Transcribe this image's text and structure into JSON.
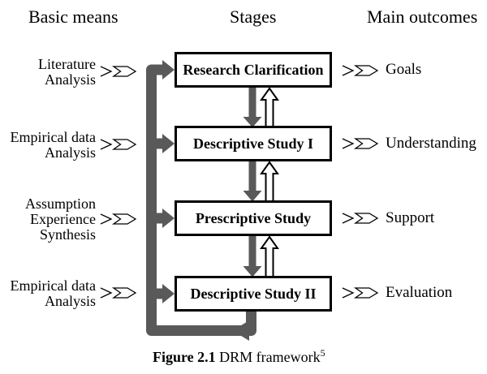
{
  "title_row": {
    "basic_means": "Basic means",
    "stages": "Stages",
    "main_outcomes": "Main outcomes"
  },
  "rows": [
    {
      "means_lines": [
        "Literature",
        "Analysis"
      ],
      "stage": "Research Clarification",
      "outcome": "Goals"
    },
    {
      "means_lines": [
        "Empirical data",
        "Analysis"
      ],
      "stage": "Descriptive Study I",
      "outcome": "Understanding"
    },
    {
      "means_lines": [
        "Assumption",
        "Experience",
        "Synthesis"
      ],
      "stage": "Prescriptive Study",
      "outcome": "Support"
    },
    {
      "means_lines": [
        "Empirical data",
        "Analysis"
      ],
      "stage": "Descriptive Study II",
      "outcome": "Evaluation"
    }
  ],
  "caption": {
    "figure_label": "Figure 2.1",
    "figure_title": "DRM framework",
    "footnote_marker": "5"
  },
  "colors": {
    "connector_gray": "#595959",
    "box_border": "#000000",
    "box_fill": "#ffffff",
    "background": "#ffffff",
    "text": "#000000"
  },
  "icons": {
    "flow-chevron-icon": "double right-pointing open chevron arrow",
    "branch-arrowhead-icon": "solid gray right-pointing triangle",
    "down-arrow-icon": "solid gray downward block arrow",
    "up-arrow-icon": "white outlined upward block arrow",
    "feedback-arrowhead-icon": "solid gray left-pointing triangle"
  }
}
